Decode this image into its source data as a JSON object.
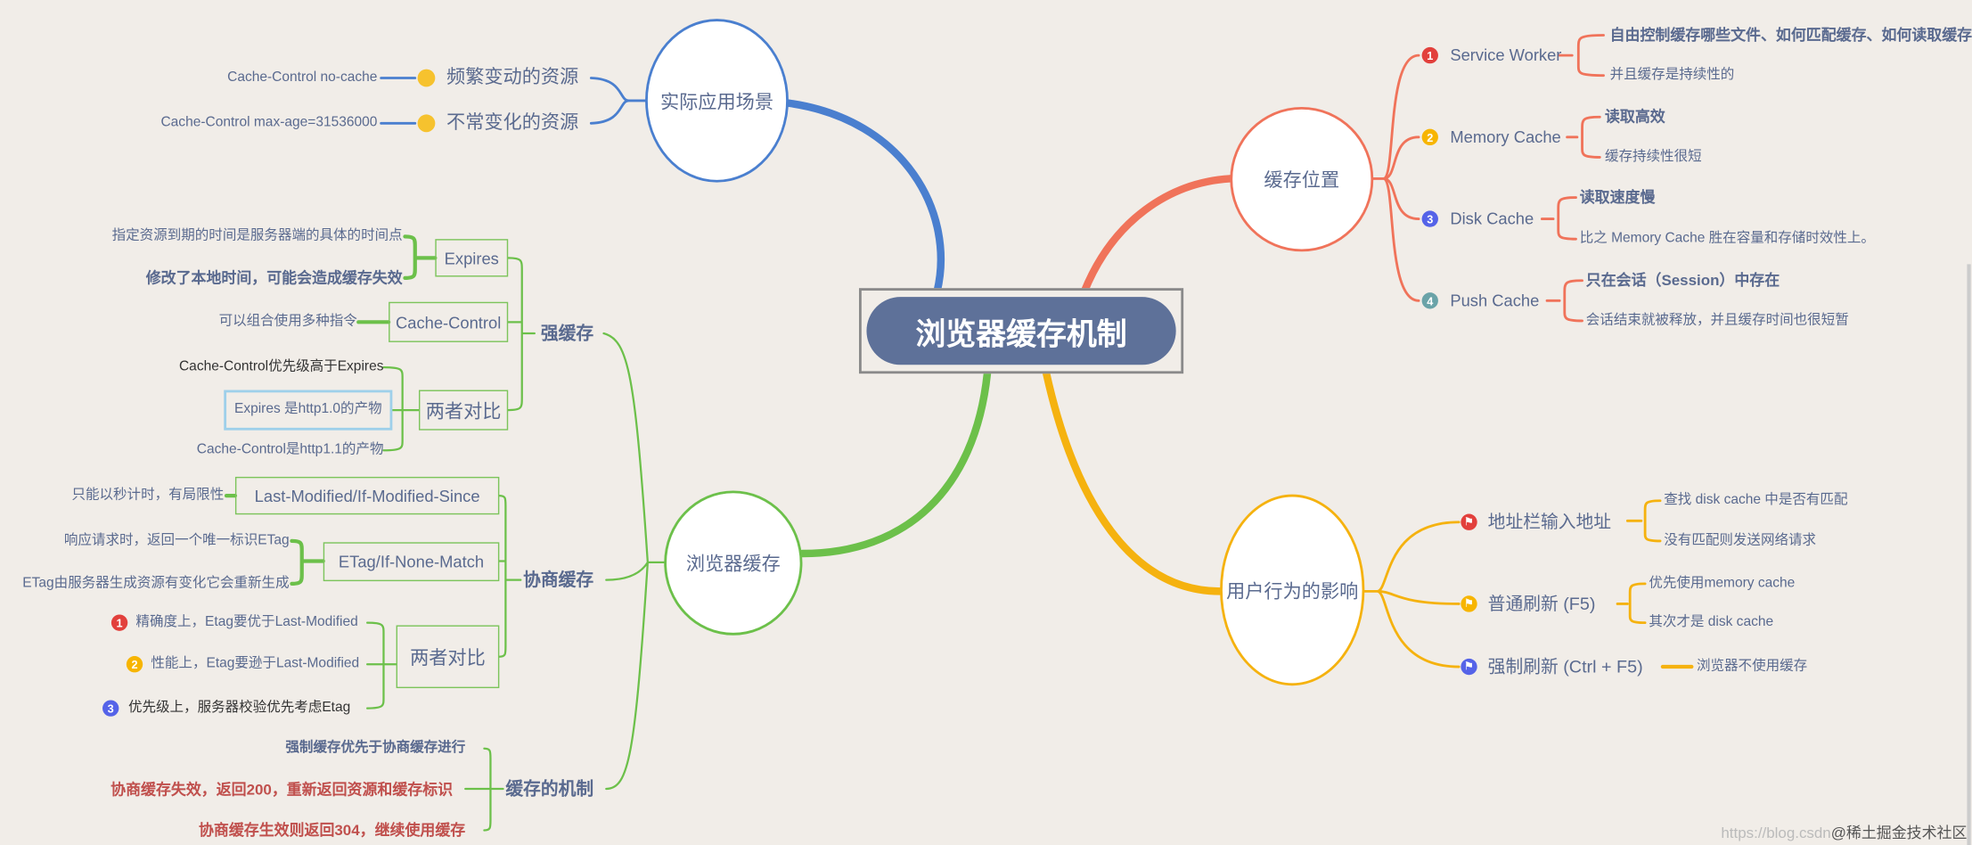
{
  "center": {
    "title": "浏览器缓存机制"
  },
  "colors": {
    "blue": "#4a7fcf",
    "orange": "#f0735a",
    "green": "#6cc04a",
    "yellow": "#f5b20f",
    "center": "#5e7199",
    "text": "#5a6a8f",
    "red_text": "#c0504d"
  },
  "scenarios": {
    "label": "实际应用场景",
    "items": [
      {
        "label": "频繁变动的资源",
        "icon": "tongue-emoji-icon",
        "note": "Cache-Control no-cache"
      },
      {
        "label": "不常变化的资源",
        "icon": "smile-emoji-icon",
        "note": "Cache-Control max-age=31536000"
      }
    ]
  },
  "browser_cache": {
    "label": "浏览器缓存",
    "strong": {
      "label": "强缓存",
      "expires": {
        "label": "Expires",
        "notes": [
          "指定资源到期的时间是服务器端的具体的时间点",
          "修改了本地时间，可能会造成缓存失效"
        ]
      },
      "cache_control": {
        "label": "Cache-Control",
        "note": "可以组合使用多种指令"
      },
      "compare": {
        "label": "两者对比",
        "notes": [
          "Cache-Control优先级高于Expires",
          "Expires 是http1.0的产物",
          "Cache-Control是http1.1的产物"
        ]
      }
    },
    "negotiated": {
      "label": "协商缓存",
      "last_modified": {
        "label": "Last-Modified/If-Modified-Since",
        "note": "只能以秒计时，有局限性"
      },
      "etag": {
        "label": "ETag/If-None-Match",
        "notes": [
          "响应请求时，返回一个唯一标识ETag",
          "ETag由服务器生成资源有变化它会重新生成"
        ]
      },
      "compare": {
        "label": "两者对比",
        "notes": [
          "精确度上，Etag要优于Last-Modified",
          "性能上，Etag要逊于Last-Modified",
          "优先级上，服务器校验优先考虑Etag"
        ],
        "numbers": [
          "1",
          "2",
          "3"
        ]
      }
    },
    "mechanism": {
      "label": "缓存的机制",
      "notes": [
        "强制缓存优先于协商缓存进行",
        "协商缓存失效，返回200，重新返回资源和缓存标识",
        "协商缓存生效则返回304，继续使用缓存"
      ]
    }
  },
  "location": {
    "label": "缓存位置",
    "items": [
      {
        "num": "1",
        "label": "Service Worker",
        "notes": [
          "自由控制缓存哪些文件、如何匹配缓存、如何读取缓存",
          "并且缓存是持续性的"
        ]
      },
      {
        "num": "2",
        "label": "Memory Cache",
        "notes": [
          "读取高效",
          "缓存持续性很短"
        ]
      },
      {
        "num": "3",
        "label": "Disk Cache",
        "notes": [
          "读取速度慢",
          "比之 Memory Cache 胜在容量和存储时效性上。"
        ]
      },
      {
        "num": "4",
        "label": "Push Cache",
        "notes": [
          "只在会话（Session）中存在",
          "会话结束就被释放，并且缓存时间也很短暂"
        ]
      }
    ]
  },
  "user_behavior": {
    "label": "用户行为的影响",
    "items": [
      {
        "label": "地址栏输入地址",
        "notes": [
          "查找 disk cache 中是否有匹配",
          "没有匹配则发送网络请求"
        ]
      },
      {
        "label": "普通刷新 (F5)",
        "notes": [
          "优先使用memory cache",
          "其次才是 disk cache"
        ]
      },
      {
        "label": "强制刷新 (Ctrl + F5)",
        "notes": [
          "浏览器不使用缓存"
        ]
      }
    ]
  },
  "watermark": {
    "url": "https://blog.csdn",
    "brand": "@稀土掘金技术社区"
  }
}
